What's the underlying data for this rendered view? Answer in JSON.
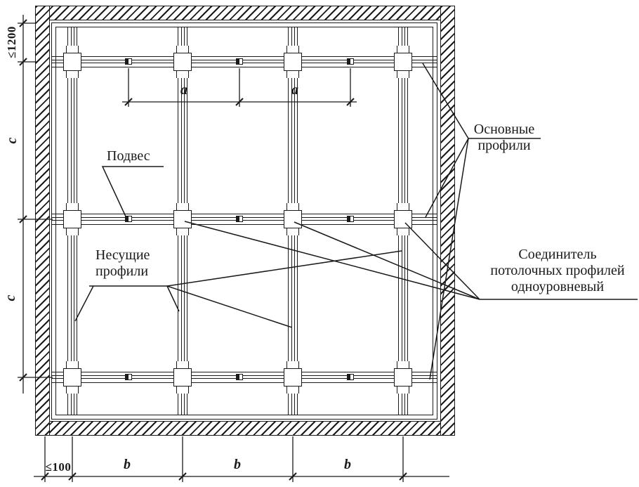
{
  "diagram": {
    "type": "suspended-ceiling-grid-plan",
    "colors": {
      "background": "#ffffff",
      "ink": "#1a1a1a"
    },
    "callouts": {
      "hanger": "Подвес",
      "bearing_line1": "Несущие",
      "bearing_line2": "профили",
      "main_line1": "Основные",
      "main_line2": "профили",
      "connector_line1": "Соединитель",
      "connector_line2": "потолочных профилей",
      "connector_line3": "одноуровневый"
    },
    "dimensions": {
      "edge_offset_vertical": "≤1200",
      "edge_offset_horizontal": "≤100",
      "hanger_spacing": [
        "a",
        "a"
      ],
      "bearing_spacing": [
        "b",
        "b",
        "b"
      ],
      "main_spacing": [
        "c",
        "c"
      ]
    }
  }
}
